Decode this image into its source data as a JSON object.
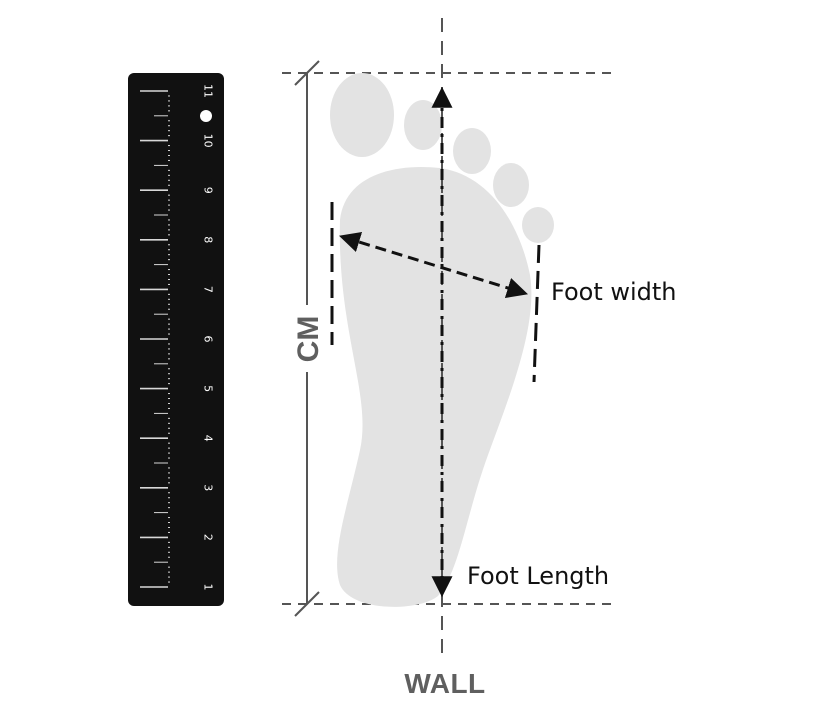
{
  "labels": {
    "foot_width": "Foot width",
    "foot_length": "Foot Length",
    "unit": "CM",
    "wall": "WALL"
  },
  "ruler": {
    "numbers": [
      "1",
      "2",
      "3",
      "4",
      "5",
      "6",
      "7",
      "8",
      "9",
      "10",
      "11"
    ]
  },
  "colors": {
    "ruler_body": "#111111",
    "foot": "#e3e3e3",
    "guide_lines": "#555555",
    "measure_lines": "#111111",
    "label_gray": "#5f5f5f"
  },
  "icons": [
    "ruler-icon",
    "footprint-icon"
  ]
}
